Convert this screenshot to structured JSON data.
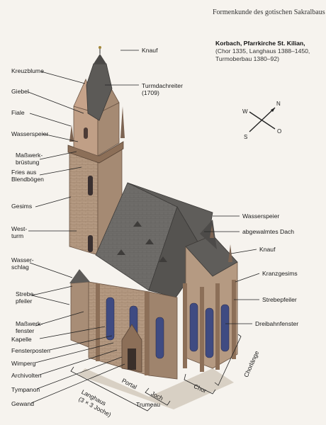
{
  "header": {
    "title": "Formenkunde des gotischen Sakralbaus"
  },
  "caption": {
    "title": "Korbach, Pfarrkirche St. Kilian,",
    "lines": [
      "(Chor 1335, Langhaus 1388–1450,",
      "Turmoberbau 1380–92)"
    ]
  },
  "compass": {
    "n": "N",
    "o": "O",
    "s": "S",
    "w": "W"
  },
  "labels": {
    "left": {
      "kreuzblume": "Kreuzblume",
      "giebel": "Giebel",
      "fiale": "Fiale",
      "wasserspeier": "Wasserspeier",
      "masswerk_1": "Maßwerk-",
      "masswerk_2": "brüstung",
      "fries_1": "Fries aus",
      "fries_2": "Blendbögen",
      "gesims": "Gesims",
      "westturm_1": "West-",
      "westturm_2": "turm",
      "wasserschlag_1": "Wasser-",
      "wasserschlag_2": "schlag",
      "strebepfeiler_1": "Strebe-",
      "strebepfeiler_2": "pfeiler",
      "masswerkfenster_1": "Maßwerk-",
      "masswerkfenster_2": "fenster",
      "kapelle": "Kapelle",
      "fensterpfosten": "Fensterposten",
      "wimperg": "Wimperg",
      "archivolten": "Archivolten",
      "tympanon": "Tympanon",
      "gewand": "Gewand"
    },
    "right": {
      "knauf_top": "Knauf",
      "turmdachreiter_1": "Turmdachreiter",
      "turmdachreiter_2": "(1709)",
      "wasserspeier": "Wasserspeier",
      "abgewalmt": "abgewalmtes Dach",
      "knauf": "Knauf",
      "kranzgesims": "Kranzgesims",
      "strebepfeiler": "Strebepfeiler",
      "dreibahn": "Dreibahnfenster"
    },
    "bottom": {
      "langhaus_1": "Langhaus",
      "langhaus_2": "(3 × 3 Joche)",
      "portal": "Portal",
      "joch": "Joch",
      "trumeau": "Trumeau",
      "chor": "Chor",
      "chorlange": "Chorlänge"
    }
  },
  "colors": {
    "roof": "#6f6d6a",
    "roof_dark": "#55524f",
    "stone": "#b59a82",
    "stone_dark": "#8c6f58",
    "window": "#3f4b82",
    "wall_light": "#c9b09a"
  }
}
